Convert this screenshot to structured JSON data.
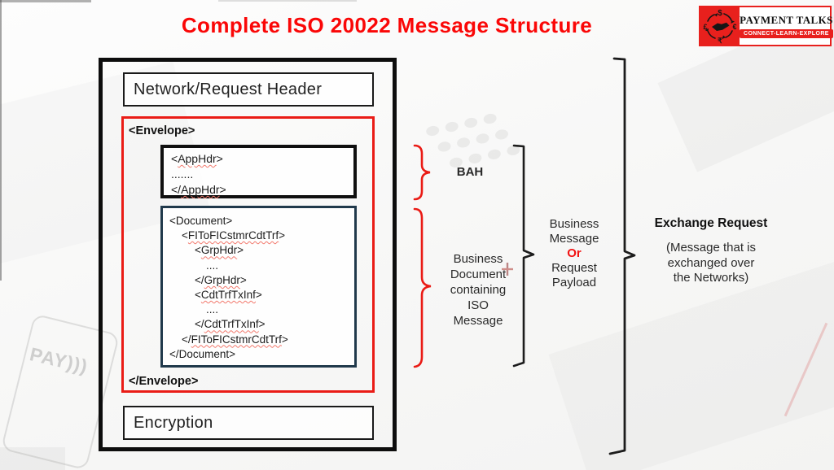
{
  "title": "Complete ISO 20022 Message Structure",
  "logo": {
    "brand": "PAYMENT TALKS",
    "tagline": "CONNECT-LEARN-EXPLORE",
    "currency_top": "$",
    "currency_right": "€",
    "currency_bottom": "₹",
    "currency_left": "£",
    "red": "#e8201d"
  },
  "diagram": {
    "network_header_label": "Network/Request Header",
    "encryption_label": "Encryption",
    "envelope": {
      "open_tag": "<Envelope>",
      "close_tag": "</Envelope>",
      "app_header_lines": [
        {
          "pre": "<",
          "tag": "AppHdr",
          "post": ">"
        },
        {
          "pre": "",
          "tag": "",
          "post": "......."
        },
        {
          "pre": "</",
          "tag": "AppHdr",
          "post": ">"
        }
      ],
      "document_lines": [
        {
          "pre": "<Document>",
          "tag": "",
          "post": ""
        },
        {
          "pre": "<",
          "tag": "FIToFICstmrCdtTrf",
          "post": ">"
        },
        {
          "pre": "<",
          "tag": "GrpHdr",
          "post": ">"
        },
        {
          "pre": "",
          "tag": "",
          "post": "...."
        },
        {
          "pre": "</",
          "tag": "GrpHdr",
          "post": ">"
        },
        {
          "pre": "<",
          "tag": "CdtTrfTxInf",
          "post": ">"
        },
        {
          "pre": "",
          "tag": "",
          "post": "...."
        },
        {
          "pre": "</",
          "tag": "CdtTrfTxInf",
          "post": ">"
        },
        {
          "pre": "</",
          "tag": "FIToFICstmrCdtTrf",
          "post": ">"
        },
        {
          "pre": "</Document>",
          "tag": "",
          "post": ""
        }
      ]
    },
    "annotations": {
      "bah": "BAH",
      "business_document_lines": [
        "Business",
        "Document",
        "containing",
        "ISO",
        "Message"
      ],
      "business_message_lines": [
        "Business",
        "Message",
        "Or",
        "Request",
        "Payload"
      ],
      "exchange_request_heading": "Exchange Request",
      "exchange_request_sub": [
        "(Message that is",
        "exchanged over",
        "the Networks)"
      ]
    },
    "colors": {
      "accent_red": "#ea1b15",
      "box_black": "#111111",
      "document_border": "#20394b",
      "or_red": "#f21212",
      "title_red": "#fa0707"
    }
  },
  "background": {
    "pay_graphic_text": "PAY)))"
  }
}
